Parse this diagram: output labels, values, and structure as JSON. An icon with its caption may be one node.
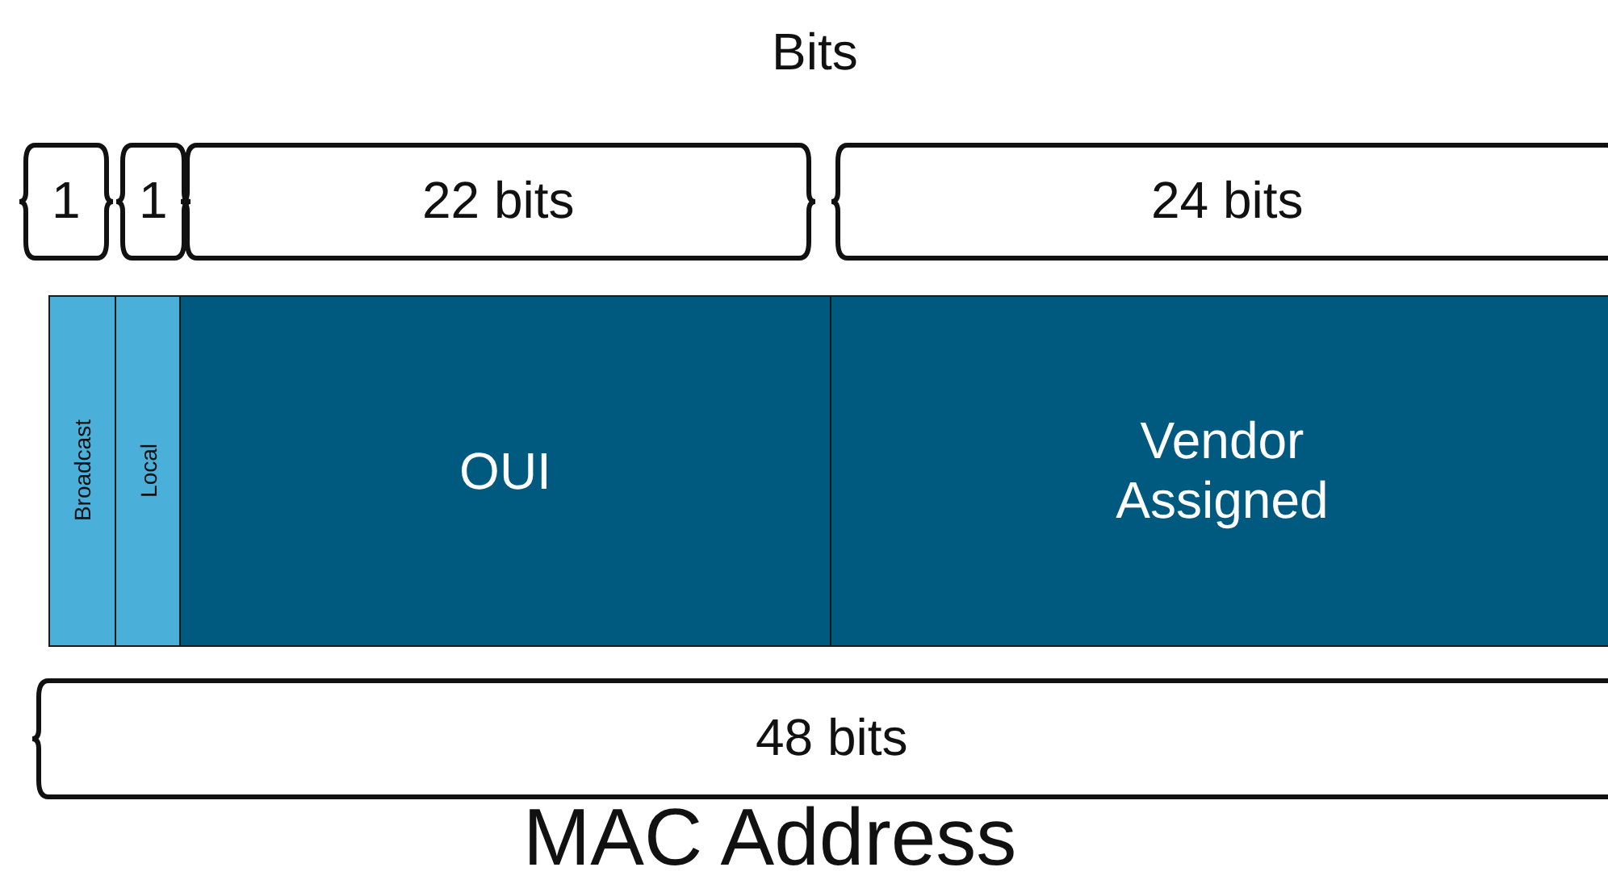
{
  "diagram": {
    "title": "Bits",
    "caption": "MAC Address",
    "nodes": [
      {
        "text": [
          "Broadcast"
        ]
      },
      {
        "text": [
          "Local"
        ]
      },
      {
        "text": [
          "OUI"
        ]
      },
      {
        "text": [
          "Vendor Assigned"
        ]
      }
    ],
    "labels": [
      "1",
      "1",
      "22 bits",
      "24 bits",
      "48 bits"
    ]
  }
}
